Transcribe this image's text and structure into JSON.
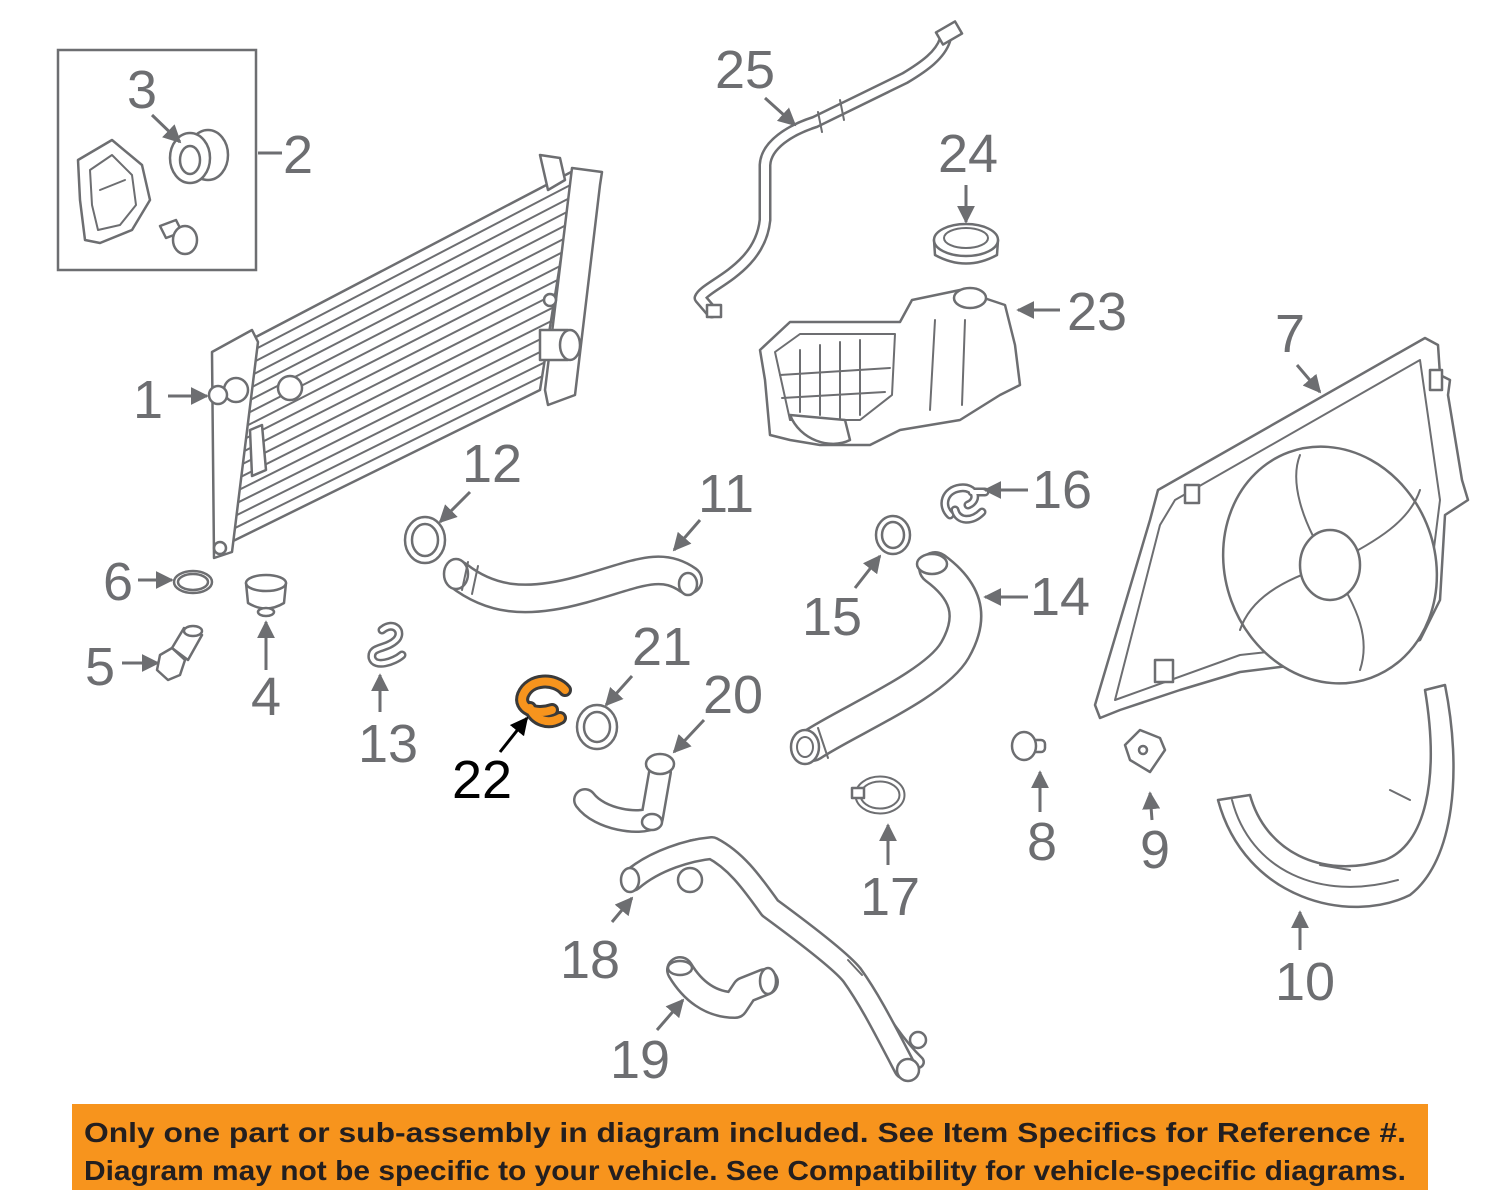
{
  "colors": {
    "label": "#6d6e71",
    "line": "#6d6e71",
    "highlight_label": "#000000",
    "highlight_part": "#f7941d",
    "banner": "#f7941d",
    "banner_text": "#231f20"
  },
  "labels": {
    "p1": "1",
    "p2": "2",
    "p3": "3",
    "p4": "4",
    "p5": "5",
    "p6": "6",
    "p7": "7",
    "p8": "8",
    "p9": "9",
    "p10": "10",
    "p11": "11",
    "p12": "12",
    "p13": "13",
    "p14": "14",
    "p15": "15",
    "p16": "16",
    "p17": "17",
    "p18": "18",
    "p19": "19",
    "p20": "20",
    "p21": "21",
    "p22": "22",
    "p23": "23",
    "p24": "24",
    "p25": "25"
  },
  "banner": {
    "line1": "Only one part or sub-assembly in diagram included. See Item Specifics for Reference #.",
    "line2": "Diagram may not be specific to your vehicle. See Compatibility for vehicle-specific diagrams."
  }
}
